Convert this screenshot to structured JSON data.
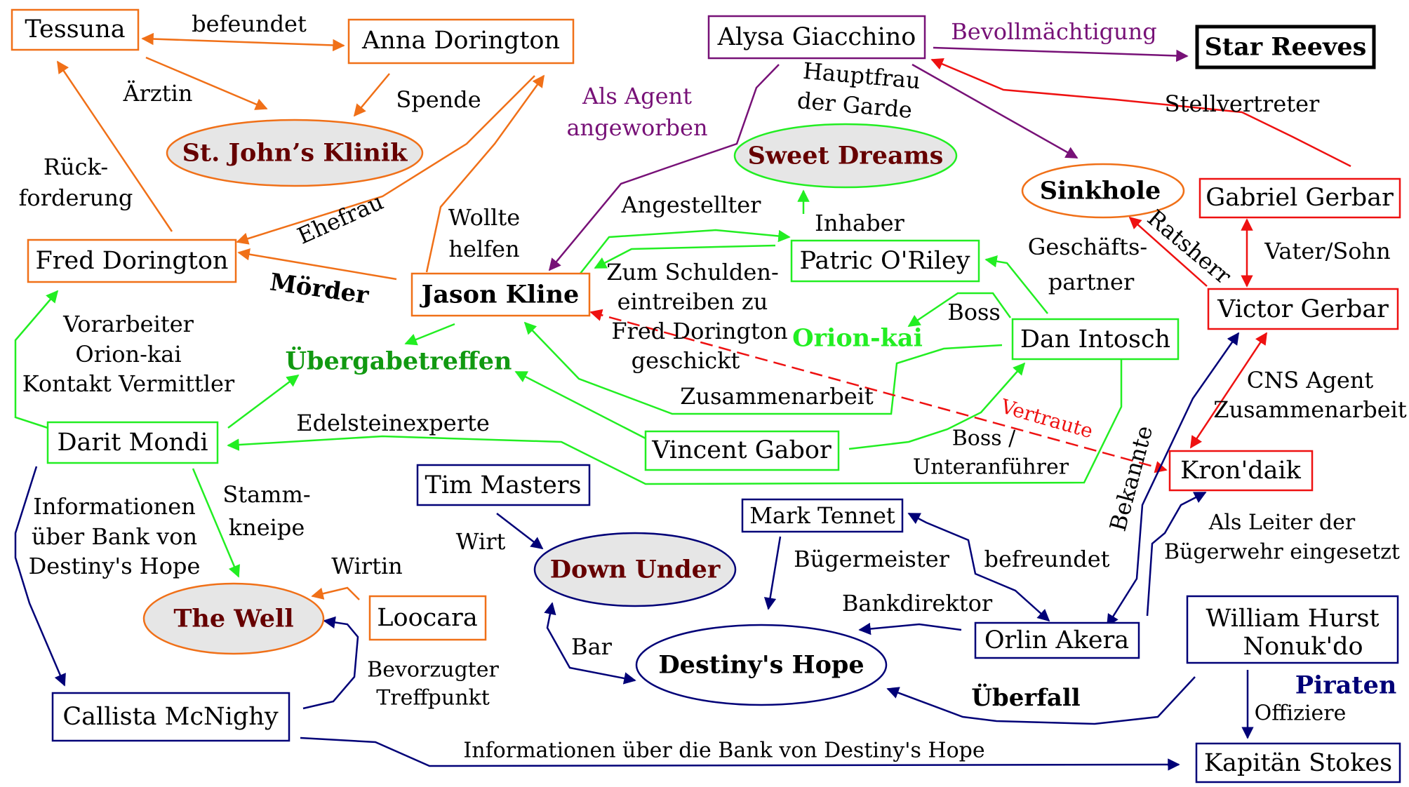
{
  "colors": {
    "orange": "#f07018",
    "green": "#22ee22",
    "darkgreen": "#119911",
    "purple": "#771177",
    "red": "#ee1111",
    "navy": "#000077",
    "maroon": "#660000",
    "fill": "#e6e6e6"
  },
  "nodes": {
    "tessuna": "Tessuna",
    "anna": "Anna Dorington",
    "stjohns": "St. John’s Klinik",
    "fred": "Fred Dorington",
    "jason": "Jason Kline",
    "alysa": "Alysa Giacchino",
    "star": "Star Reeves",
    "sweet": "Sweet Dreams",
    "sinkhole": "Sinkhole",
    "gabriel": "Gabriel Gerbar",
    "victor": "Victor Gerbar",
    "patric": "Patric O'Riley",
    "dan": "Dan Intosch",
    "orion": "Orion-kai",
    "uebergabe": "Übergabetreffen",
    "darit": "Darit Mondi",
    "vincent": "Vincent Gabor",
    "krondaik": "Kron'daik",
    "tim": "Tim Masters",
    "mark": "Mark Tennet",
    "downunder": "Down Under",
    "thewell": "The Well",
    "loocara": "Loocara",
    "destiny": "Destiny's Hope",
    "orlin": "Orlin Akera",
    "william1": "William Hurst",
    "william2": "Nonuk'do",
    "piraten": "Piraten",
    "callista": "Callista McNighy",
    "stokes": "Kapitän Stokes"
  },
  "labels": {
    "befeundet": "befeundet",
    "aerztin": "Ärztin",
    "spende": "Spende",
    "rueck1": "Rück-",
    "rueck2": "forderung",
    "ehefrau": "Ehefrau",
    "wollte1": "Wollte",
    "wollte2": "helfen",
    "moerder": "Mörder",
    "agent1": "Als Agent",
    "agent2": "angeworben",
    "bevoll": "Bevollmächtigung",
    "haupt1": "Hauptfrau",
    "haupt2": "der Garde",
    "stellv": "Stellvertreter",
    "angestellter": "Angestellter",
    "inhaber": "Inhaber",
    "schulden1": "Zum Schulden-",
    "schulden2": "eintreiben zu",
    "schulden3": "Fred Dorington",
    "schulden4": "geschickt",
    "gesch1": "Geschäfts-",
    "gesch2": "partner",
    "ratsherr": "Ratsherr",
    "vater": "Vater/Sohn",
    "boss": "Boss",
    "vorarb1": "Vorarbeiter",
    "vorarb2": "Orion-kai",
    "vorarb3": "Kontakt Vermittler",
    "zusammen": "Zusammenarbeit",
    "vertraute": "Vertraute",
    "cns1": "CNS Agent",
    "cns2": "Zusammenarbeit",
    "edelstein": "Edelsteinexperte",
    "bossunter1": "Boss /",
    "bossunter2": "Unteranführer",
    "bekannte": "Bekannte",
    "info1": "Informationen",
    "info2": "über Bank von",
    "info3": "Destiny's Hope",
    "stamm1": "Stamm-",
    "stamm2": "kneipe",
    "wirt": "Wirt",
    "wirtin": "Wirtin",
    "buerger": "Bügermeister",
    "befreundet": "befreundet",
    "leiter1": "Als Leiter der",
    "leiter2": "Bügerwehr eingesetzt",
    "bankdir": "Bankdirektor",
    "bar": "Bar",
    "bevorz1": "Bevorzugter",
    "bevorz2": "Treffpunkt",
    "ueberfall": "Überfall",
    "offiziere": "Offiziere",
    "infobank": "Informationen über die Bank von Destiny's Hope"
  }
}
